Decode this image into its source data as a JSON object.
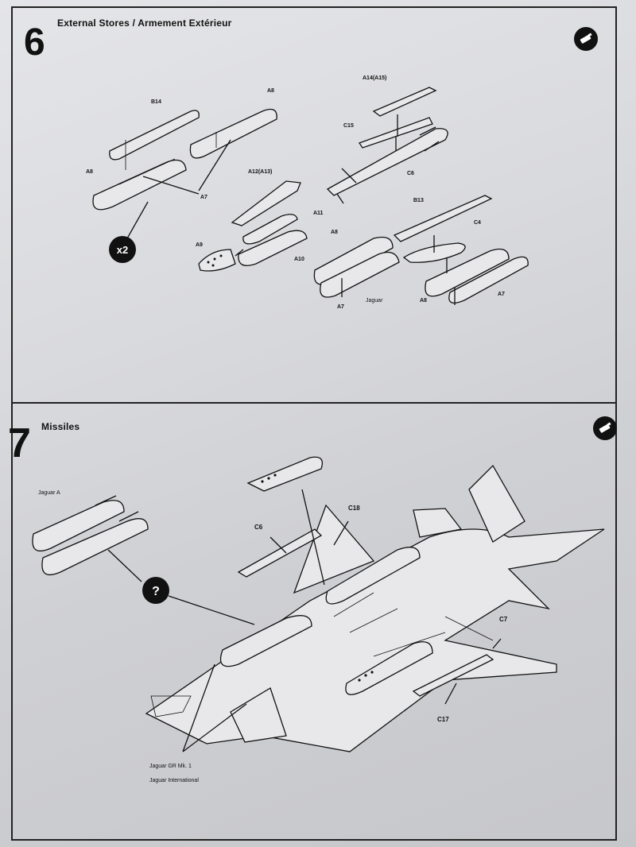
{
  "step6": {
    "number": "6",
    "title": "External Stores / Armement Extérieur",
    "multiplier": "x2",
    "labels": {
      "b14": "B14",
      "a8_top": "A8",
      "a8_left": "A8",
      "a7_left": "A7",
      "a12": "A12(A13)",
      "a11": "A11",
      "a9": "A9",
      "a10": "A10",
      "a14": "A14(A15)",
      "c15": "C15",
      "c6": "C6",
      "b13": "B13",
      "c4": "C4",
      "a8_mid": "A8",
      "a7_mid": "A7",
      "jaguar": "Jaguar",
      "a8_right": "A8",
      "a7_right": "A7"
    }
  },
  "step7": {
    "number": "7",
    "title": "Missiles",
    "jaguar_a": "Jaguar A",
    "question_mark": "?",
    "labels": {
      "c18": "C18",
      "c6": "C6",
      "c7": "C7",
      "c17": "C17"
    },
    "variant_1": "Jaguar GR Mk. 1",
    "variant_2": "Jaguar International"
  },
  "colors": {
    "ink": "#111111",
    "paper": "#d9dadd"
  },
  "icons": {
    "glue": "glue-tube-icon"
  }
}
